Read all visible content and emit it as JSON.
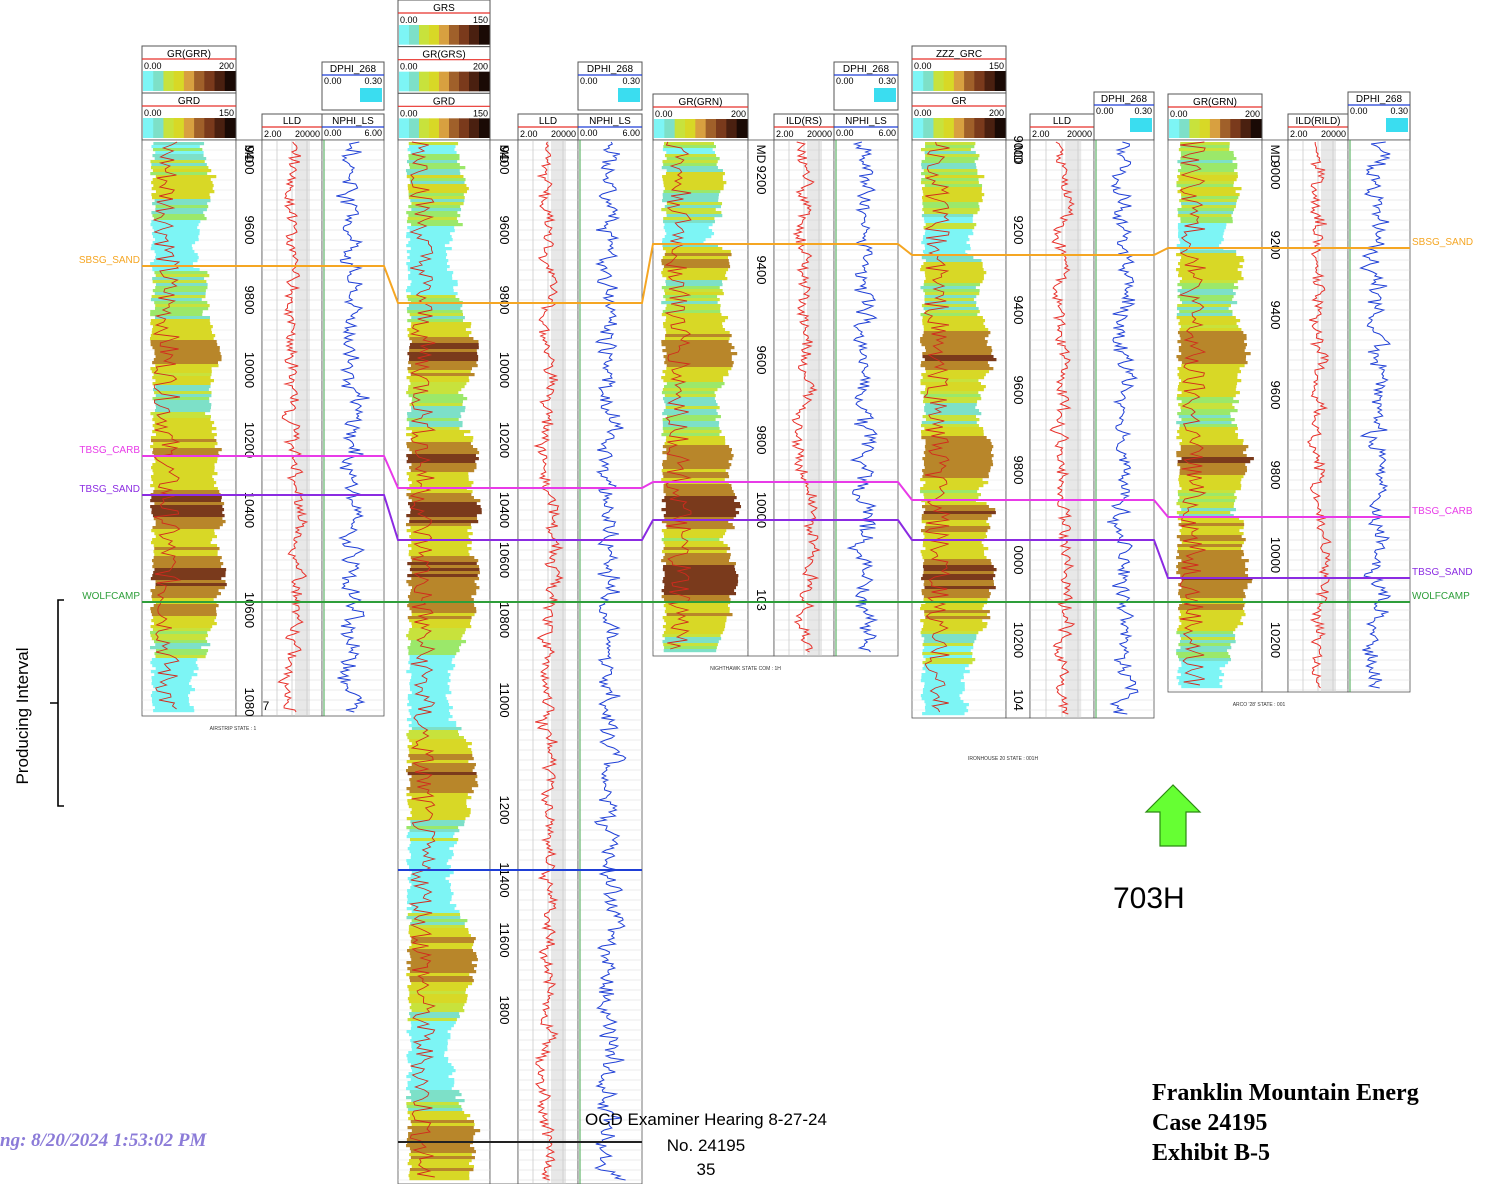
{
  "wells": [
    {
      "id": "w1",
      "name": "AIRSTRIP STATE : 1",
      "headers": [
        {
          "curve": "GR(GRR)",
          "min": "0.00",
          "max": "200",
          "scale": "gr"
        },
        {
          "curve": "GRD",
          "min": "0.00",
          "max": "150",
          "scale": "gr"
        }
      ],
      "res_header": {
        "curve": "LLD",
        "min": "2.00",
        "max": "20000"
      },
      "por_headers": [
        {
          "curve": "DPHI_268",
          "min": "0.00",
          "max": "0.30"
        },
        {
          "curve": "NPHI_LS",
          "min": "0.00",
          "max": "6.00"
        }
      ],
      "md_label": "MD",
      "depth_ticks": [
        "9400",
        "9600",
        "9800",
        "10000",
        "10200",
        "10400",
        "10600",
        "1080"
      ],
      "extra_tick": "7"
    },
    {
      "id": "w2",
      "name": "",
      "headers": [
        {
          "curve": "GRS",
          "min": "0.00",
          "max": "150",
          "scale": "gr"
        },
        {
          "curve": "GR(GRS)",
          "min": "0.00",
          "max": "200",
          "scale": "gr"
        },
        {
          "curve": "GRD",
          "min": "0.00",
          "max": "150",
          "scale": "gr"
        }
      ],
      "res_header": {
        "curve": "LLD",
        "min": "2.00",
        "max": "20000"
      },
      "por_headers": [
        {
          "curve": "DPHI_268",
          "min": "0.00",
          "max": "0.30"
        },
        {
          "curve": "NPHI_LS",
          "min": "0.00",
          "max": "6.00"
        }
      ],
      "md_label": "MD",
      "depth_ticks": [
        "9400",
        "9600",
        "9800",
        "10000",
        "10200",
        "10400",
        "10600",
        "10800",
        "11000",
        "1200",
        "11400",
        "11600",
        "1800"
      ]
    },
    {
      "id": "w3",
      "name": "NIGHTHAWK STATE COM : 1H",
      "headers": [
        {
          "curve": "GR(GRN)",
          "min": "0.00",
          "max": "200",
          "scale": "gr"
        }
      ],
      "res_header": {
        "curve": "ILD(RS)",
        "min": "2.00",
        "max": "20000"
      },
      "por_headers": [
        {
          "curve": "DPHI_268",
          "min": "0.00",
          "max": "0.30"
        },
        {
          "curve": "NPHI_LS",
          "min": "0.00",
          "max": "6.00"
        }
      ],
      "md_label": "MD",
      "depth_ticks": [
        "9200",
        "9400",
        "9600",
        "9800",
        "10000",
        "103"
      ]
    },
    {
      "id": "w4",
      "name": "IRONHOUSE 20 STATE : 001H",
      "headers": [
        {
          "curve": "ZZZ_GRC",
          "min": "0.00",
          "max": "150",
          "scale": "gr"
        },
        {
          "curve": "GR",
          "min": "0.00",
          "max": "200",
          "scale": "gr"
        }
      ],
      "res_header": {
        "curve": "LLD",
        "min": "2.00",
        "max": "20000"
      },
      "por_headers": [
        {
          "curve": "DPHI_268",
          "min": "0.00",
          "max": "0.30"
        }
      ],
      "md_label": "MD",
      "depth_ticks": [
        "9000",
        "9200",
        "9400",
        "9600",
        "9800",
        "0000",
        "10200",
        "104"
      ]
    },
    {
      "id": "w5",
      "name": "ARCO '28' STATE : 001",
      "headers": [
        {
          "curve": "GR(GRN)",
          "min": "0.00",
          "max": "200",
          "scale": "gr"
        }
      ],
      "res_header": {
        "curve": "ILD(RILD)",
        "min": "2.00",
        "max": "20000"
      },
      "por_headers": [
        {
          "curve": "DPHI_268",
          "min": "0.00",
          "max": "0.30"
        }
      ],
      "md_label": "MD",
      "depth_ticks": [
        "9000",
        "9200",
        "9400",
        "9600",
        "9800",
        "10000",
        "10200"
      ]
    }
  ],
  "formations": [
    {
      "name": "SBSG_SAND",
      "color": "#F5A623"
    },
    {
      "name": "TBSG_CARB",
      "color": "#E83BE8"
    },
    {
      "name": "TBSG_SAND",
      "color": "#8B2BE2"
    },
    {
      "name": "WOLFCAMP",
      "color": "#2E9E3A"
    }
  ],
  "colors": {
    "gr_low": "#7DF5F5",
    "gr_mid": "#D8D826",
    "gr_high": "#7A3A1C",
    "resistivity": "#E8302A",
    "porosity": "#1F3FD6",
    "neutron_fill": "#3ADDF0",
    "track_border": "#555555",
    "arrow": "#66FF33",
    "stamp": "#8B7BD8"
  },
  "annotations": {
    "producing_interval": "Producing Interval",
    "well_label": "703H",
    "exhibit": [
      "Franklin Mountain Energ",
      "Case 24195",
      "Exhibit B-5"
    ],
    "hearing": [
      "OCD Examiner Hearing 8-27-24",
      "No. 24195",
      "35"
    ],
    "stamp": "ng: 8/20/2024 1:53:02 PM"
  }
}
